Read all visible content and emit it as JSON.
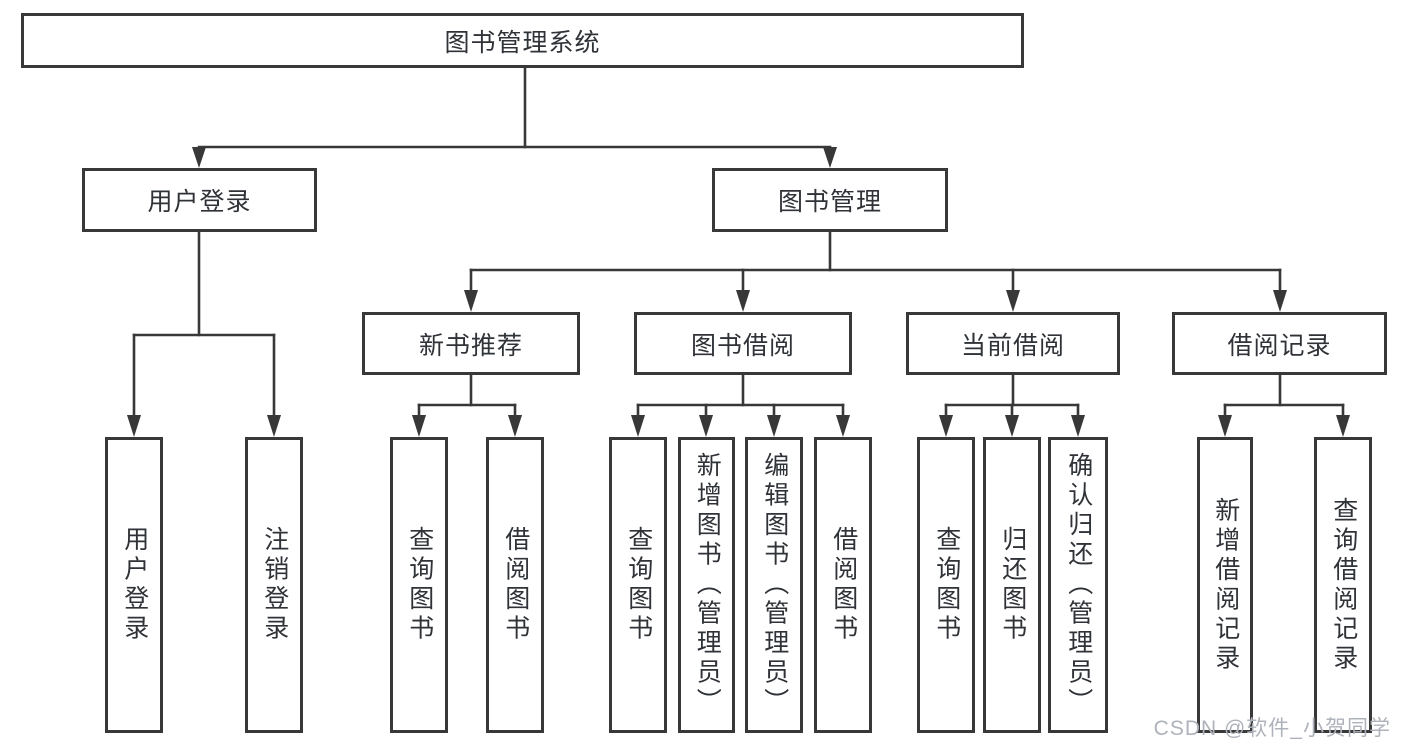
{
  "colors": {
    "line": "#383838",
    "text": "#2f3237",
    "watermark": "#aeb2ba",
    "bg": "#ffffff"
  },
  "diagram": {
    "root": "图书管理系统",
    "branches": {
      "login": "用户登录",
      "mgmt": "图书管理"
    },
    "sections": {
      "newbook": "新书推荐",
      "borrow": "图书借阅",
      "current": "当前借阅",
      "records": "借阅记录"
    },
    "leaves": {
      "login": [
        "用户登录",
        "注销登录"
      ],
      "newbook": [
        "查询图书",
        "借阅图书"
      ],
      "borrow": [
        "查询图书",
        "新增图书（管理员）",
        "编辑图书（管理员）",
        "借阅图书"
      ],
      "current": [
        "查询图书",
        "归还图书",
        "确认归还（管理员）"
      ],
      "records": [
        "新增借阅记录",
        "查询借阅记录"
      ]
    }
  },
  "watermark": {
    "text": "CSDN @软件_小贺同学"
  }
}
